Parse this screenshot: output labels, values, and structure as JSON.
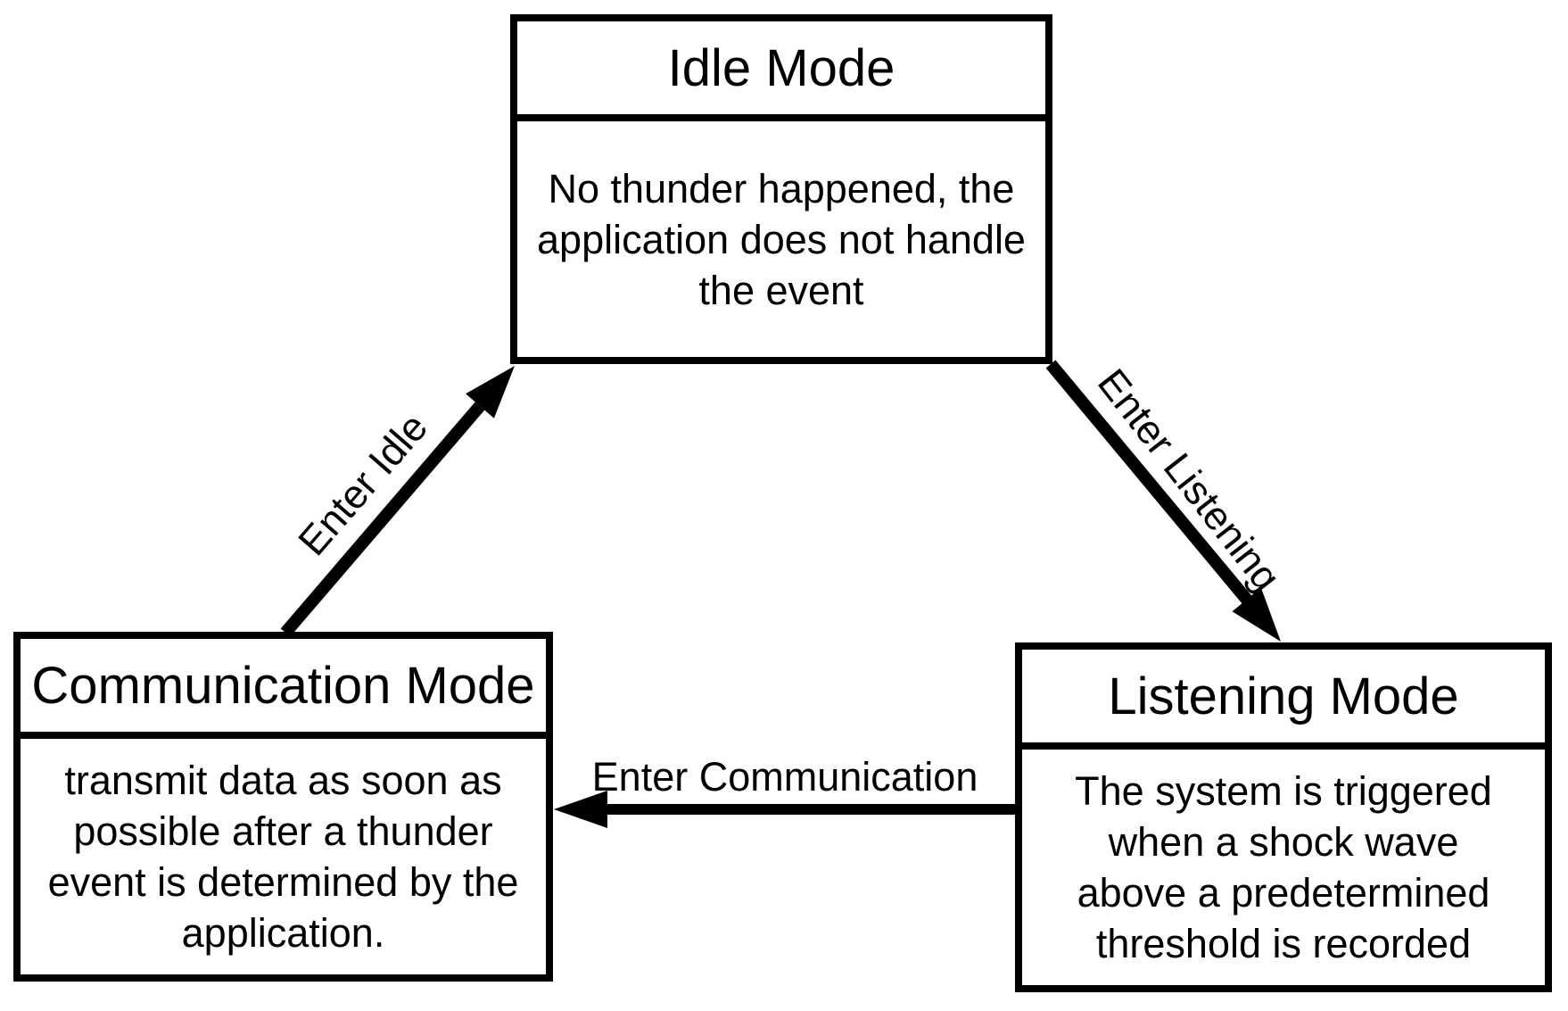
{
  "diagram": {
    "colors": {
      "stroke": "#000000",
      "background": "#ffffff",
      "text": "#000000"
    },
    "states": [
      {
        "id": "idle",
        "title": "Idle Mode",
        "description": "No thunder happened, the application does not handle the event",
        "lines": [
          "No thunder happened, the",
          "application does not handle",
          "the event"
        ]
      },
      {
        "id": "communication",
        "title": "Communication Mode",
        "description": "transmit data as soon as possible after a thunder event is determined by the application.",
        "lines": [
          "transmit data as soon as",
          "possible after a thunder",
          "event is determined by the",
          "application."
        ]
      },
      {
        "id": "listening",
        "title": "Listening Mode",
        "description": "The system is triggered when a shock wave above a predetermined threshold is recorded",
        "lines": [
          "The system is triggered",
          "when a shock wave",
          "above a predetermined",
          "threshold is recorded"
        ]
      }
    ],
    "transitions": [
      {
        "from": "Communication Mode",
        "to": "Idle Mode",
        "label": "Enter Idle"
      },
      {
        "from": "Idle Mode",
        "to": "Listening Mode",
        "label": "Enter Listening"
      },
      {
        "from": "Listening Mode",
        "to": "Communication Mode",
        "label": "Enter Communication"
      }
    ]
  }
}
